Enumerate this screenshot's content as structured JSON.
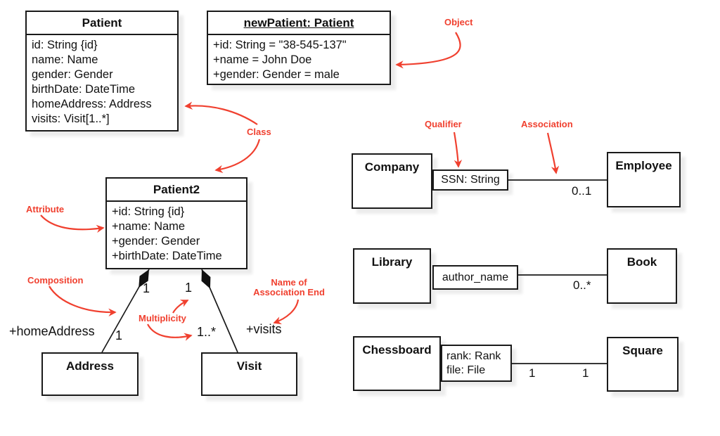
{
  "colors": {
    "annotation_red": "#f0402f",
    "line_black": "#1a1a1a",
    "box_fill": "#ffffff"
  },
  "boxes": {
    "patient": {
      "title": "Patient",
      "attrs": [
        "id: String {id}",
        "name: Name",
        "gender: Gender",
        "birthDate: DateTime",
        "homeAddress: Address",
        "visits: Visit[1..*]"
      ]
    },
    "new_patient": {
      "title": "newPatient: Patient",
      "attrs": [
        "+id: String = \"38-545-137\"",
        "+name = John Doe",
        "+gender: Gender = male"
      ]
    },
    "patient2": {
      "title": "Patient2",
      "attrs": [
        "+id: String {id}",
        "+name: Name",
        "+gender: Gender",
        "+birthDate: DateTime"
      ]
    },
    "address": {
      "title": "Address"
    },
    "visit": {
      "title": "Visit"
    },
    "company": {
      "title": "Company"
    },
    "employee": {
      "title": "Employee"
    },
    "library": {
      "title": "Library"
    },
    "book": {
      "title": "Book"
    },
    "chessboard": {
      "title": "Chessboard"
    },
    "square": {
      "title": "Square"
    }
  },
  "qualifiers": {
    "ssn": {
      "lines": [
        "SSN: String"
      ]
    },
    "author": {
      "lines": [
        "author_name"
      ]
    },
    "rank_file": {
      "lines": [
        "rank: Rank",
        "file: File"
      ]
    }
  },
  "edge_labels": {
    "comp_left_upper": "1",
    "comp_right_upper": "1",
    "comp_left_lower": "1",
    "comp_right_lower": "1..*",
    "home_address_end": "+homeAddress",
    "visits_end": "+visits",
    "employee_mult": "0..1",
    "book_mult": "0..*",
    "chess_left_mult": "1",
    "chess_right_mult": "1"
  },
  "annotations": {
    "object": "Object",
    "class": "Class",
    "attribute": "Attribute",
    "composition": "Composition",
    "multiplicity": "Multiplicity",
    "assoc_end_line1": "Name of",
    "assoc_end_line2": "Association End",
    "qualifier": "Qualifier",
    "association": "Association"
  }
}
